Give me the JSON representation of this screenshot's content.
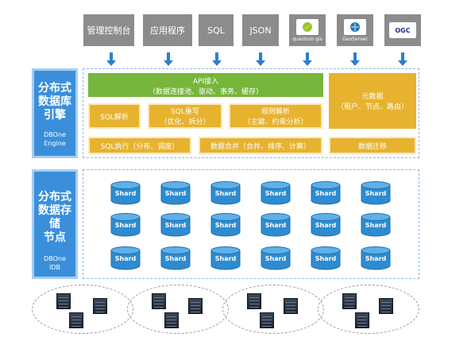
{
  "clients": [
    {
      "label": "管理控制台"
    },
    {
      "label": "应用程序"
    },
    {
      "label": "SQL"
    },
    {
      "label": "JSON"
    },
    {
      "caption": "quantum gis",
      "icon": "quantum-gis-logo"
    },
    {
      "caption": "GeoServer",
      "icon": "geoserver-logo"
    },
    {
      "caption": "OGC",
      "icon": "ogc-logo"
    }
  ],
  "engine": {
    "title_lines": [
      "分布式",
      "数据库",
      "引擎"
    ],
    "sub_lines": [
      "DBOne",
      "Engine"
    ],
    "api": {
      "title": "API接入",
      "detail": "（数据连接池、驱动、事务、缓存）"
    },
    "sql_parse": "SQL解析",
    "sql_rewrite": {
      "title": "SQL重写",
      "detail": "（优化、拆分）"
    },
    "rule_parse": {
      "title": "规则解析",
      "detail": "（主键、约束分析）"
    },
    "metadata": {
      "title": "元数据",
      "detail": "（租户、节点、路由）"
    },
    "sql_exec": "SQL执行（分布、调度）",
    "data_merge": "数据合并（合并、排序、计算）",
    "data_migration": "数据迁移"
  },
  "storage": {
    "title_lines": [
      "分布式",
      "数据存储",
      "节点"
    ],
    "sub_lines": [
      "DBOne",
      "IDB"
    ],
    "shard_label": "Shard"
  },
  "colors": {
    "client_gray": "#8c8c8c",
    "arrow_blue": "#2b7fd0",
    "side_blue": "#3a8fdb",
    "api_green": "#76b63c",
    "module_gold": "#e7b22e",
    "shard_blue": "#2e8bd0"
  }
}
